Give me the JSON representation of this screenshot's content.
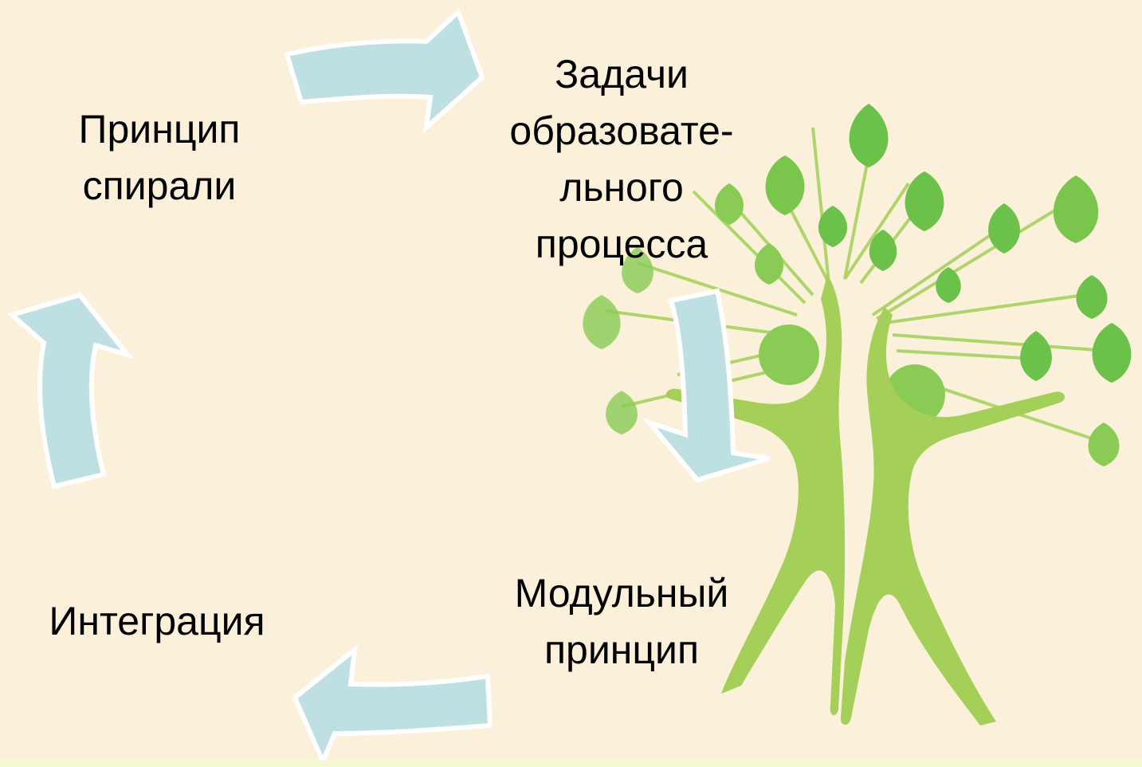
{
  "diagram": {
    "nodes": [
      {
        "id": "top_left",
        "lines": [
          "Принцип",
          "спирали"
        ]
      },
      {
        "id": "top_right",
        "lines": [
          "Задачи",
          "образовате-",
          "льного",
          "процесса"
        ]
      },
      {
        "id": "bottom_right",
        "lines": [
          "Модульный",
          "принцип"
        ]
      },
      {
        "id": "bottom_left",
        "lines": [
          "Интеграция"
        ]
      }
    ],
    "arrows": [
      {
        "from": "top_left",
        "to": "top_right"
      },
      {
        "from": "top_right",
        "to": "bottom_right"
      },
      {
        "from": "bottom_right",
        "to": "bottom_left"
      },
      {
        "from": "bottom_left",
        "to": "top_left"
      }
    ]
  },
  "colors": {
    "background": "#fbf0d9",
    "arrow_fill": "#bfe0e3",
    "arrow_stroke": "#ffffff",
    "tree_light": "#a4d05a",
    "tree_dark": "#6cc14a"
  },
  "decoration": {
    "icon": "tree-with-people-icon"
  }
}
